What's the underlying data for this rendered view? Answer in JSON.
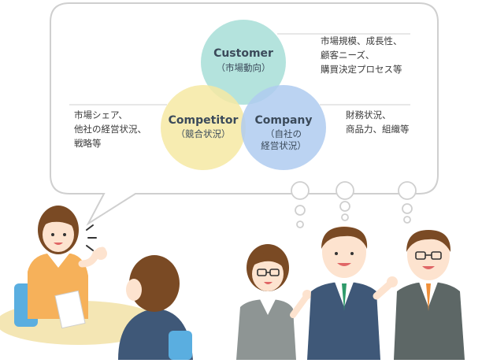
{
  "diagram": {
    "circles": [
      {
        "key": "customer",
        "title": "Customer",
        "sub": "（市場動向）",
        "color": "#a7ded7"
      },
      {
        "key": "competitor",
        "title": "Competitor",
        "sub": "（競合状況）",
        "color": "#f6e9a3"
      },
      {
        "key": "company",
        "title": "Company",
        "sub_line1": "（自社の",
        "sub_line2": "経営状況）",
        "color": "#afcbf0"
      }
    ],
    "notes": {
      "customer": [
        "市場規模、成長性、",
        "顧客ニーズ、",
        "購買決定プロセス等"
      ],
      "competitor": [
        "市場シェア、",
        "他社の経営状況、",
        "戦略等"
      ],
      "company": [
        "財務状況、",
        "商品力、組織等"
      ]
    }
  },
  "colors": {
    "bubble_stroke": "#cfcfcf",
    "skin": "#fde3cf",
    "hair_brown": "#7a4a24",
    "suit_navy": "#3f5878",
    "suit_gray": "#5d6766",
    "shirt_orange": "#f6b15a",
    "desk": "#f4e6b4",
    "chair_blue": "#5aaee0"
  }
}
